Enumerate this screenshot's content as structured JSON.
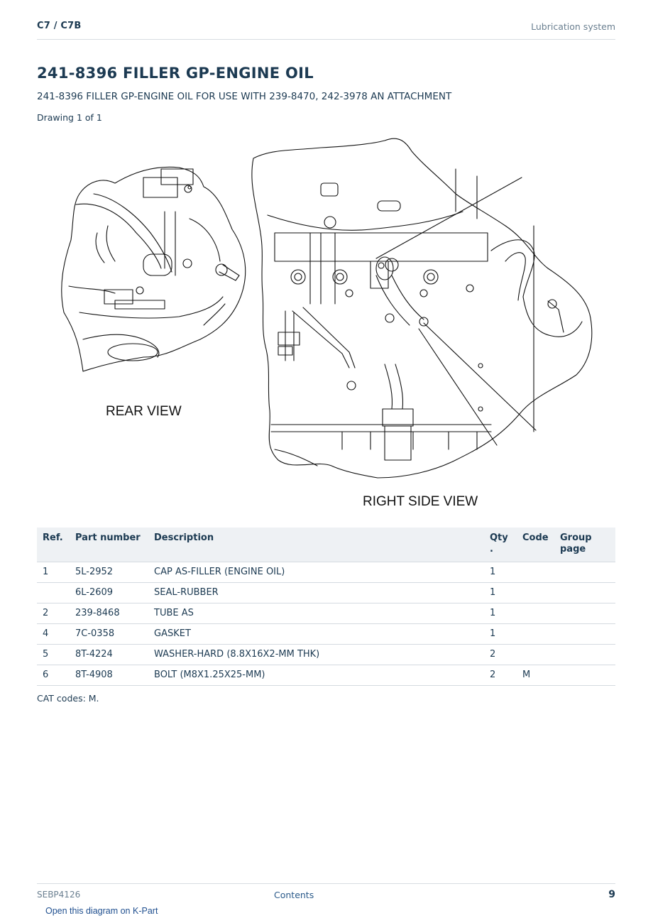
{
  "header": {
    "model": "C7  /  C7B",
    "section": "Lubrication system"
  },
  "title": "241-8396 FILLER GP-ENGINE OIL",
  "subtitle": "241-8396 FILLER GP-ENGINE OIL FOR USE WITH 239-8470, 242-3978 AN ATTACHMENT",
  "drawing_count": "Drawing 1 of 1",
  "drawing": {
    "rear_view_label": "REAR VIEW",
    "right_side_view_label": "RIGHT SIDE VIEW"
  },
  "table": {
    "headers": {
      "ref": "Ref.",
      "part_number": "Part number",
      "description": "Description",
      "qty": "Qty .",
      "code": "Code",
      "group_page": "Group page"
    },
    "rows": [
      {
        "ref": "1",
        "part": "5L-2952",
        "desc": "CAP AS-FILLER (ENGINE OIL)",
        "qty": "1",
        "code": "",
        "group": ""
      },
      {
        "ref": "",
        "part": "6L-2609",
        "desc": "SEAL-RUBBER",
        "qty": "1",
        "code": "",
        "group": ""
      },
      {
        "ref": "2",
        "part": "239-8468",
        "desc": "TUBE AS",
        "qty": "1",
        "code": "",
        "group": ""
      },
      {
        "ref": "4",
        "part": "7C-0358",
        "desc": "GASKET",
        "qty": "1",
        "code": "",
        "group": ""
      },
      {
        "ref": "5",
        "part": "8T-4224",
        "desc": "WASHER-HARD (8.8X16X2-MM THK)",
        "qty": "2",
        "code": "",
        "group": ""
      },
      {
        "ref": "6",
        "part": "8T-4908",
        "desc": "BOLT (M8X1.25X25-MM)",
        "qty": "2",
        "code": "M",
        "group": ""
      }
    ]
  },
  "cat_codes": "CAT codes: M.",
  "footer": {
    "doc_id": "SEBP4126",
    "contents_link": "Contents",
    "page_number": "9",
    "k_part_link": "Open this diagram on K-Part"
  }
}
